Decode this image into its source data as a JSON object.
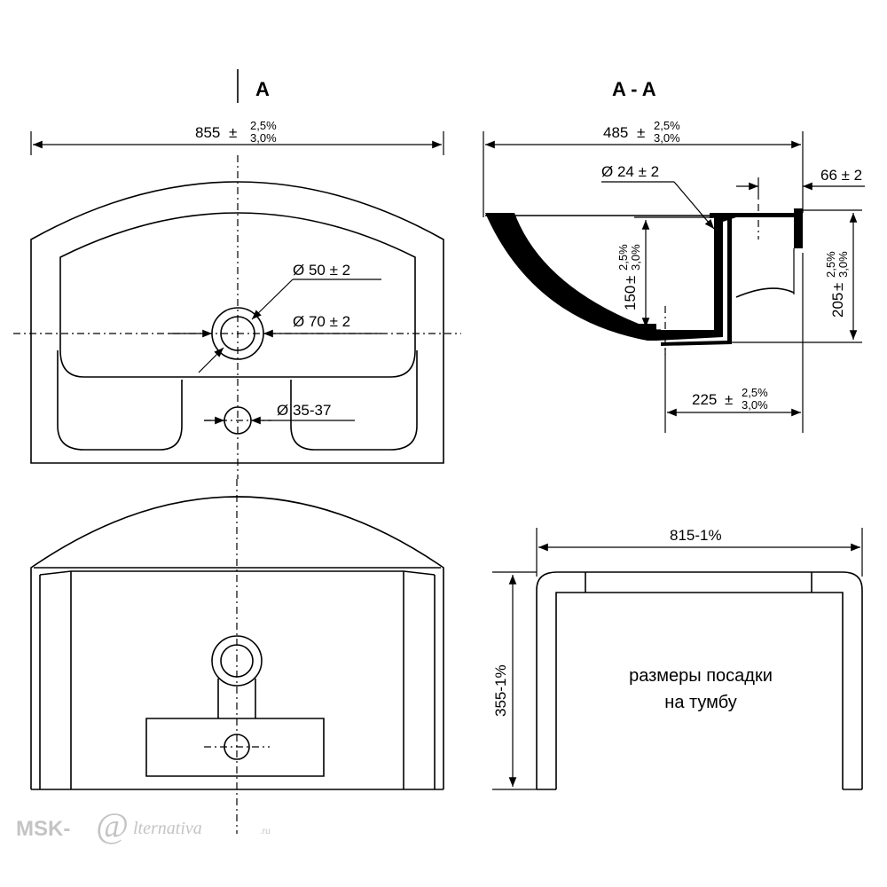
{
  "views": {
    "top_view_label": "A",
    "section_label": "A - A",
    "mounting_note_line1": "размеры посадки",
    "mounting_note_line2": "на тумбу"
  },
  "dimensions": {
    "width": {
      "value": "855",
      "sign": "±",
      "tol_upper": "2,5%",
      "tol_lower": "3,0%"
    },
    "depth": {
      "value": "485",
      "sign": "±",
      "tol_upper": "2,5%",
      "tol_lower": "3,0%"
    },
    "rear_depth": {
      "value": "225",
      "sign": "±",
      "tol_upper": "2,5%",
      "tol_lower": "3,0%"
    },
    "bowl_height": {
      "value": "150",
      "sign": "±",
      "tol_upper": "2,5%",
      "tol_lower": "3,0%"
    },
    "total_height": {
      "value": "205",
      "sign": "±",
      "tol_upper": "2,5%",
      "tol_lower": "3,0%"
    },
    "hole_50": "Ø 50 ± 2",
    "hole_70": "Ø 70 ± 2",
    "hole_35": "Ø 35-37",
    "hole_24": "Ø 24 ± 2",
    "offset_66": "66 ± 2",
    "cabinet_width": "815-1%",
    "cabinet_depth": "355-1%"
  },
  "watermark": {
    "brand_left": "MSK-",
    "brand_at": "@",
    "brand_right": "lternativa",
    "brand_tld": ".ru"
  }
}
